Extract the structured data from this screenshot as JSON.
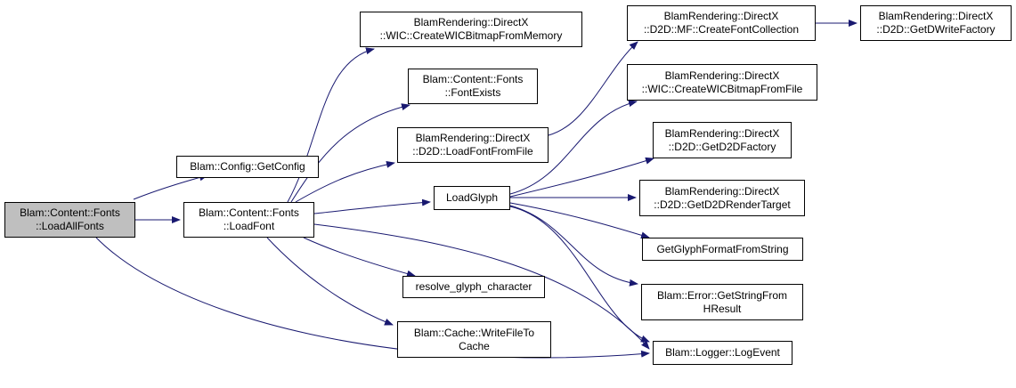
{
  "graph": {
    "edge_color": "#191970",
    "root_fill": "#bfbfbf",
    "node_fill": "#ffffff",
    "nodes": {
      "load_all_fonts": {
        "line1": "Blam::Content::Fonts",
        "line2": "::LoadAllFonts"
      },
      "get_config": {
        "line1": "Blam::Config::GetConfig"
      },
      "load_font": {
        "line1": "Blam::Content::Fonts",
        "line2": "::LoadFont"
      },
      "create_wic_bitmap_from_memory": {
        "line1": "BlamRendering::DirectX",
        "line2": "::WIC::CreateWICBitmapFromMemory"
      },
      "font_exists": {
        "line1": "Blam::Content::Fonts",
        "line2": "::FontExists"
      },
      "load_font_from_file": {
        "line1": "BlamRendering::DirectX",
        "line2": "::D2D::LoadFontFromFile"
      },
      "load_glyph": {
        "line1": "LoadGlyph"
      },
      "resolve_glyph_character": {
        "line1": "resolve_glyph_character"
      },
      "write_file_to_cache": {
        "line1": "Blam::Cache::WriteFileTo",
        "line2": "Cache"
      },
      "create_font_collection": {
        "line1": "BlamRendering::DirectX",
        "line2": "::D2D::MF::CreateFontCollection"
      },
      "get_dwrite_factory": {
        "line1": "BlamRendering::DirectX",
        "line2": "::D2D::GetDWriteFactory"
      },
      "create_wic_bitmap_from_file": {
        "line1": "BlamRendering::DirectX",
        "line2": "::WIC::CreateWICBitmapFromFile"
      },
      "get_d2d_factory": {
        "line1": "BlamRendering::DirectX",
        "line2": "::D2D::GetD2DFactory"
      },
      "get_d2d_render_target": {
        "line1": "BlamRendering::DirectX",
        "line2": "::D2D::GetD2DRenderTarget"
      },
      "get_glyph_format_from_string": {
        "line1": "GetGlyphFormatFromString"
      },
      "get_string_from_hresult": {
        "line1": "Blam::Error::GetStringFrom",
        "line2": "HResult"
      },
      "log_event": {
        "line1": "Blam::Logger::LogEvent"
      }
    }
  }
}
